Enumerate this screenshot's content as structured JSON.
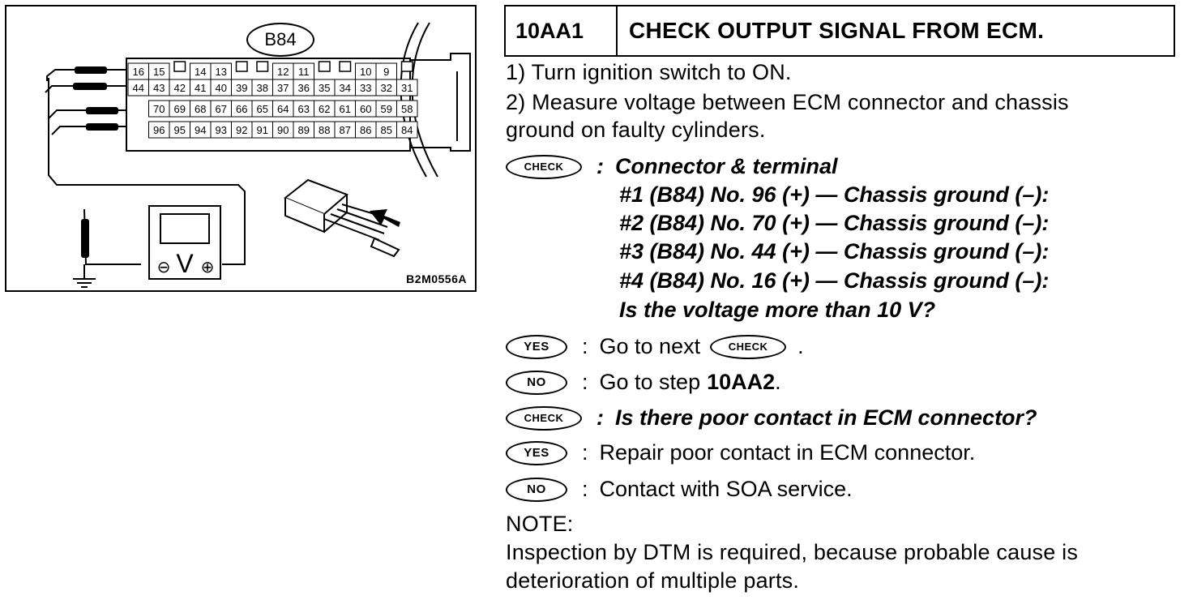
{
  "figure": {
    "connector_label": "B84",
    "figure_code": "B2M0556A",
    "voltmeter_symbol": "V",
    "minus_symbol": "⊖",
    "plus_symbol": "⊕",
    "pin_rows": [
      [
        "16",
        "15",
        "",
        "14",
        "13",
        "",
        "",
        "12",
        "11",
        "",
        "",
        "10",
        "9",
        ""
      ],
      [
        "44",
        "43",
        "42",
        "41",
        "40",
        "39",
        "38",
        "37",
        "36",
        "35",
        "34",
        "33",
        "32",
        "31"
      ],
      [
        "70",
        "69",
        "68",
        "67",
        "66",
        "65",
        "64",
        "63",
        "62",
        "61",
        "60",
        "59",
        "58"
      ],
      [
        "96",
        "95",
        "94",
        "93",
        "92",
        "91",
        "90",
        "89",
        "88",
        "87",
        "86",
        "85",
        "84"
      ]
    ]
  },
  "step": {
    "number": "10AA1",
    "title": "CHECK OUTPUT SIGNAL FROM ECM."
  },
  "instructions": [
    "1)  Turn ignition switch to ON.",
    "2)  Measure voltage between ECM connector and chassis",
    "ground on faulty cylinders."
  ],
  "check1": {
    "badge": "CHECK",
    "separator": ":",
    "heading": "Connector & terminal",
    "lines": [
      "#1 (B84) No. 96 (+) — Chassis ground (–):",
      "#2 (B84) No. 70 (+) — Chassis ground (–):",
      "#3 (B84) No. 44 (+) — Chassis ground (–):",
      "#4 (B84) No. 16 (+) — Chassis ground (–):",
      "Is the voltage more than 10 V?"
    ]
  },
  "yes1": {
    "badge": "YES",
    "separator": ":",
    "text": "Go to next",
    "check_badge": "CHECK",
    "tail": "."
  },
  "no1": {
    "badge": "NO",
    "separator": ":",
    "text": "Go to step",
    "step_ref": "10AA2",
    "tail": "."
  },
  "check2": {
    "badge": "CHECK",
    "separator": ":",
    "text": "Is there poor contact in ECM connector?"
  },
  "yes2": {
    "badge": "YES",
    "separator": ":",
    "text": "Repair poor contact in ECM connector."
  },
  "no2": {
    "badge": "NO",
    "separator": ":",
    "text": "Contact with SOA service."
  },
  "note": {
    "label": "NOTE:",
    "lines": [
      "Inspection by DTM is required, because probable cause is",
      "deterioration of multiple parts."
    ]
  }
}
